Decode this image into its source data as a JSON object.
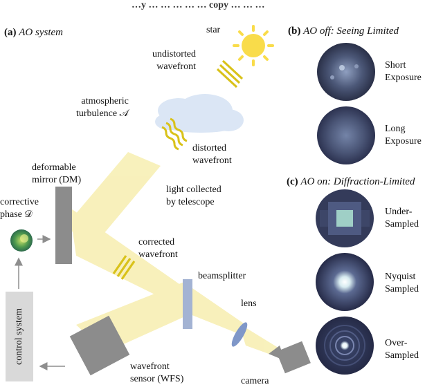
{
  "top_caption": "…y … … … … … copy … … …",
  "panel_a": {
    "letter": "(a)",
    "title": "AO system"
  },
  "panel_b": {
    "letter": "(b)",
    "title_italic": "AO off",
    "title_rest": ": Seeing Limited",
    "items": [
      "Short\nExposure",
      "Long\nExposure"
    ]
  },
  "panel_c": {
    "letter": "(c)",
    "title_italic": "AO on",
    "title_rest": ": Diffraction-Limited",
    "items": [
      "Under-\nSampled",
      "Nyquist\nSampled",
      "Over-\nSampled"
    ]
  },
  "labels": {
    "star": "star",
    "undistorted": "undistorted\nwavefront",
    "atmospheric": "atmospheric\nturbulence 𝒜",
    "distorted": "distorted\nwavefront",
    "deformable": "deformable\nmirror (DM)",
    "light": "light collected\nby telescope",
    "corrective": "corrective\nphase 𝒟",
    "corrected": "corrected\nwavefront",
    "beamsplitter": "beamsplitter",
    "lens": "lens",
    "wfs": "wavefront\nsensor (WFS)",
    "camera": "camera",
    "control": "control system"
  },
  "colors": {
    "beam": "#f7eeb0",
    "wave": "#d9c21a",
    "sun": "#f9dc4a",
    "cloud": "#dbe6f5",
    "device": "#8c8c8c",
    "splitter": "#a3b3d3",
    "lens": "#7f97c8",
    "control_bg": "#d9d9d9"
  }
}
